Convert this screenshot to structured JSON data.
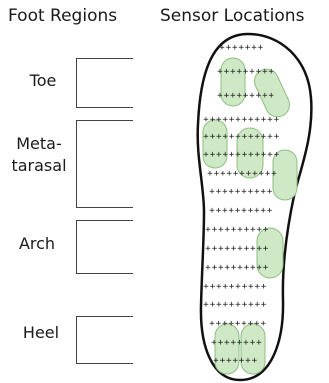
{
  "titles": {
    "regions": "Foot Regions",
    "sensors": "Sensor Locations"
  },
  "regions": [
    {
      "key": "toe",
      "label": "Toe"
    },
    {
      "key": "metatarsal",
      "label_line1": "Meta-",
      "label_line2": "tarasal"
    },
    {
      "key": "arch",
      "label": "Arch"
    },
    {
      "key": "heel",
      "label": "Heel"
    }
  ],
  "colors": {
    "outline": "#111111",
    "sensor_fill": "#cfe8c5",
    "sensor_stroke": "#8fbf82",
    "grid": "#222222"
  },
  "sensor_grid": {
    "marker": "+",
    "row_count": 21
  }
}
